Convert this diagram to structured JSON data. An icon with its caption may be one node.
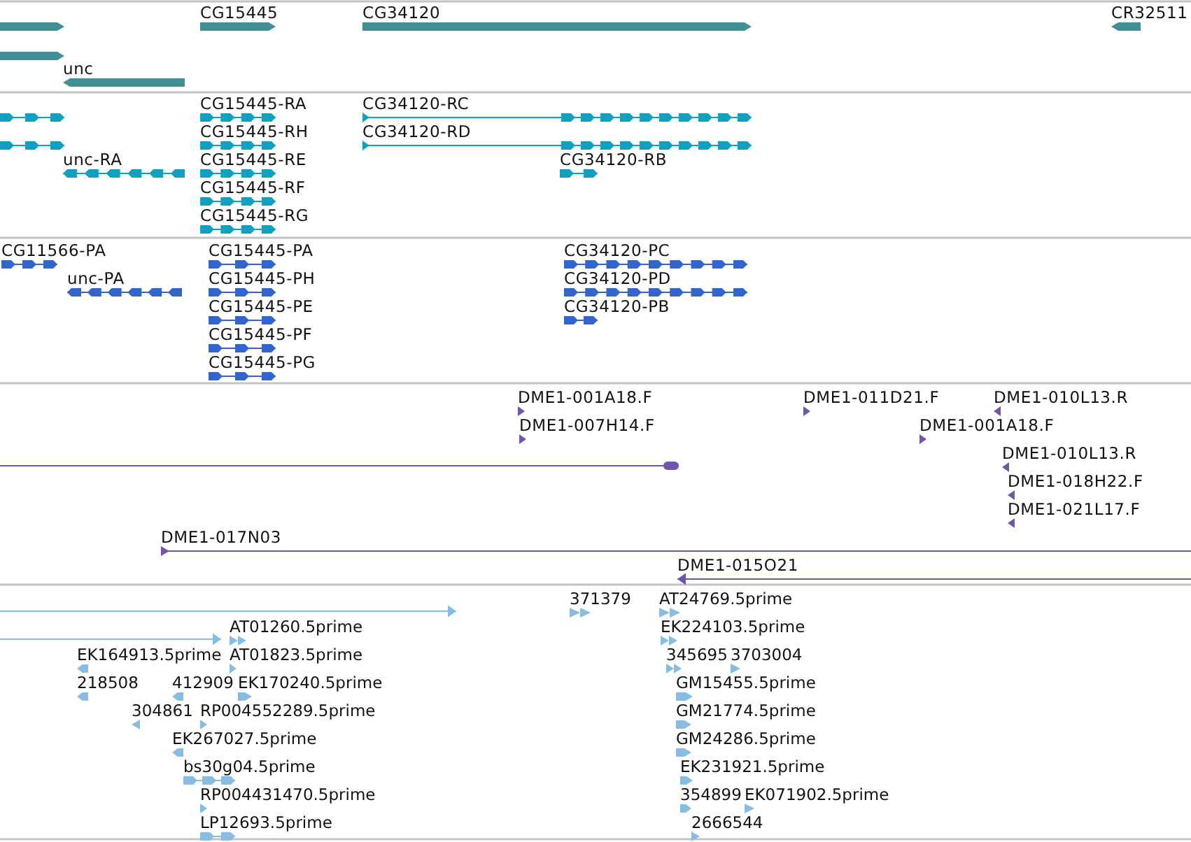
{
  "diagram": {
    "labels": [
      "CG15445",
      "CG34120",
      "CR32511",
      "unc",
      "CG15445-RA",
      "CG34120-RC",
      "CG15445-RH",
      "CG34120-RD",
      "unc-RA",
      "CG15445-RE",
      "CG34120-RB",
      "CG15445-RF",
      "CG15445-RG",
      "CG11566-PA",
      "CG15445-PA",
      "CG34120-PC",
      "unc-PA",
      "CG15445-PH",
      "CG34120-PD",
      "CG15445-PE",
      "CG34120-PB",
      "CG15445-PF",
      "CG15445-PG",
      "DME1-001A18.F",
      "DME1-011D21.F",
      "DME1-010L13.R",
      "DME1-007H14.F",
      "DME1-001A18.F",
      "DME1-010L13.R",
      "DME1-018H22.F",
      "DME1-021L17.F",
      "DME1-017N03",
      "DME1-015O21",
      "371379",
      "AT24769.5prime",
      "AT01260.5prime",
      "EK224103.5prime",
      "EK164913.5prime",
      "AT01823.5prime",
      "345695",
      "3703004",
      "218508",
      "412909",
      "EK170240.5prime",
      "GM15455.5prime",
      "304861",
      "RP004552289.5prime",
      "GM21774.5prime",
      "EK267027.5prime",
      "GM24286.5prime",
      "bs30g04.5prime",
      "EK231921.5prime",
      "RP004431470.5prime",
      "354899",
      "EK071902.5prime",
      "LP12693.5prime",
      "2666544"
    ]
  }
}
